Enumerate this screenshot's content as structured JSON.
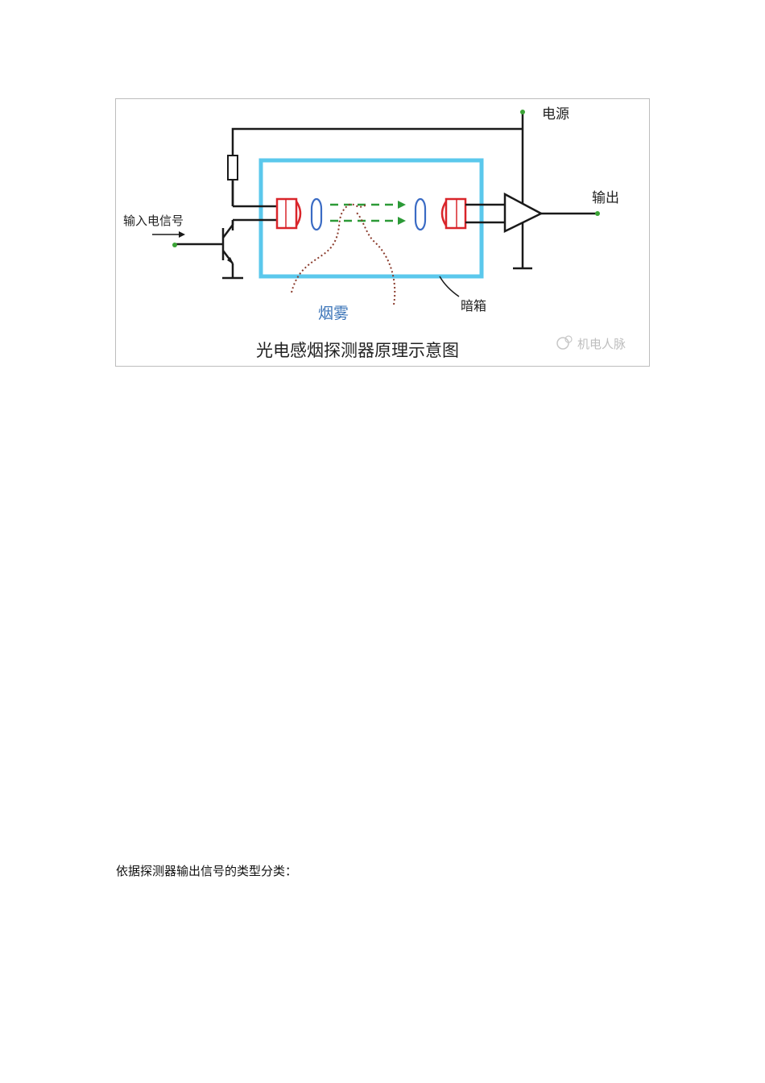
{
  "figure": {
    "label_power": "电源",
    "label_output": "输出",
    "label_input_signal": "输入电信号",
    "label_smoke": "烟雾",
    "label_dark_box": "暗箱",
    "caption": "光电感烟探测器原理示意图",
    "watermark": "机电人脉",
    "colors": {
      "wire": "#1a1a1a",
      "dark_box": "#5bc8ec",
      "led_body": "#d9252a",
      "lens": "#3a6bc4",
      "light_beam": "#2c9a37",
      "smoke_trail": "#8a3b2c",
      "smoke_label": "#3b74b8",
      "terminal_dot": "#3aa335"
    }
  },
  "text": {
    "paragraph": "依据探测器输出信号的类型分类："
  }
}
